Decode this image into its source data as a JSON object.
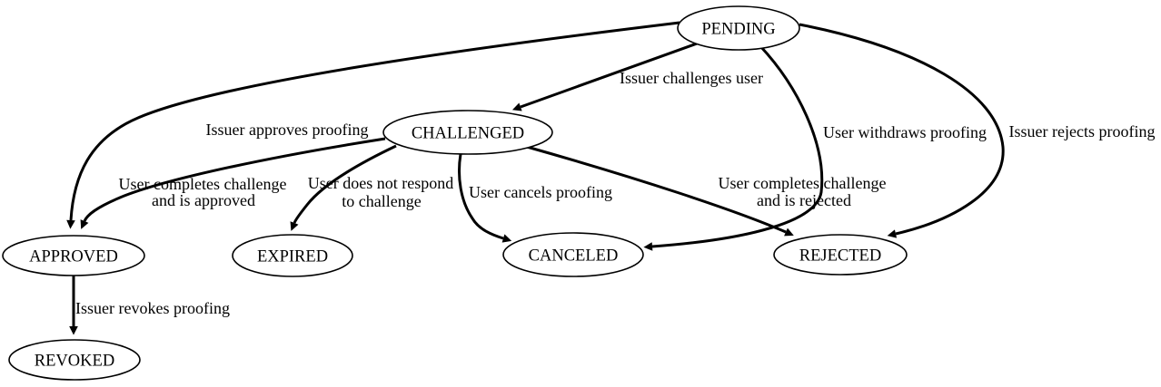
{
  "diagram": {
    "type": "state-diagram",
    "colors": {
      "background": "#ffffff",
      "node_fill": "#ffffff",
      "node_stroke": "#000000",
      "edge_stroke": "#000000",
      "text": "#000000"
    },
    "nodes": {
      "pending": "PENDING",
      "challenged": "CHALLENGED",
      "approved": "APPROVED",
      "expired": "EXPIRED",
      "canceled": "CANCELED",
      "rejected": "REJECTED",
      "revoked": "REVOKED"
    },
    "edges": {
      "pending_challenged": {
        "label": "Issuer challenges user"
      },
      "pending_approved": {
        "label": "Issuer approves proofing"
      },
      "pending_canceled": {
        "label": "User withdraws proofing"
      },
      "pending_rejected": {
        "label": "Issuer rejects proofing"
      },
      "challenged_approved": {
        "label_line1": "User completes challenge",
        "label_line2": "and is approved"
      },
      "challenged_expired": {
        "label_line1": "User does not respond",
        "label_line2": "to challenge"
      },
      "challenged_canceled": {
        "label": "User cancels proofing"
      },
      "challenged_rejected": {
        "label_line1": "User completes challenge",
        "label_line2": "and is rejected"
      },
      "approved_revoked": {
        "label": "Issuer revokes proofing"
      }
    }
  }
}
